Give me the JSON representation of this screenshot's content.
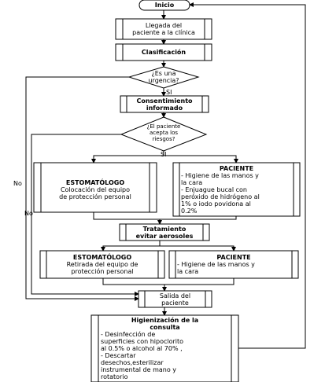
{
  "nodes": {
    "inicio": "Inicio",
    "llegada": [
      "Llegada del",
      "paciente a la clínica"
    ],
    "clasificacion": "Clasificación",
    "urgencia": [
      "¿Es una",
      "urgencia?"
    ],
    "consentimiento": [
      "Consentimiento",
      "informado"
    ],
    "acepta": [
      "¿El paciente",
      "acepta los",
      "riesgos?"
    ],
    "estomatologo_1": {
      "title": "ESTOMATÓLOGO",
      "text": [
        "Colocación del equipo",
        "de protección personal"
      ]
    },
    "paciente_1": {
      "title": "PACIENTE",
      "items": [
        "- Higiene de las manos y",
        "la cara",
        "- Enjuague bucal  con",
        "peróxido de hidrógeno al",
        "1% o iodo povidona al",
        "0.2%"
      ]
    },
    "tratamiento": [
      "Tratamiento",
      "evitar aerosoles"
    ],
    "estomatologo_2": {
      "title": "ESTOMATÓLOGO",
      "text": [
        "Retirada del equipo de",
        "protección personal"
      ]
    },
    "paciente_2": {
      "title": "PACIENTE",
      "items": [
        "- Higiene de las manos y",
        "la cara"
      ]
    },
    "salida": [
      "Salida del",
      "paciente"
    ],
    "higienizacion": {
      "title": [
        "Higienización de la",
        "consulta"
      ],
      "items": [
        "- Desinfección de",
        "superficies con hipoclorito",
        "al 0.5% o alcohol al 70% ,",
        "- Descartar",
        "desechos,esterilizar",
        "instrumental de mano y",
        "rotatorio"
      ]
    }
  },
  "edges": {
    "si_1": "SI",
    "si_2": "SI",
    "no_1": "No",
    "no_2": "No"
  }
}
